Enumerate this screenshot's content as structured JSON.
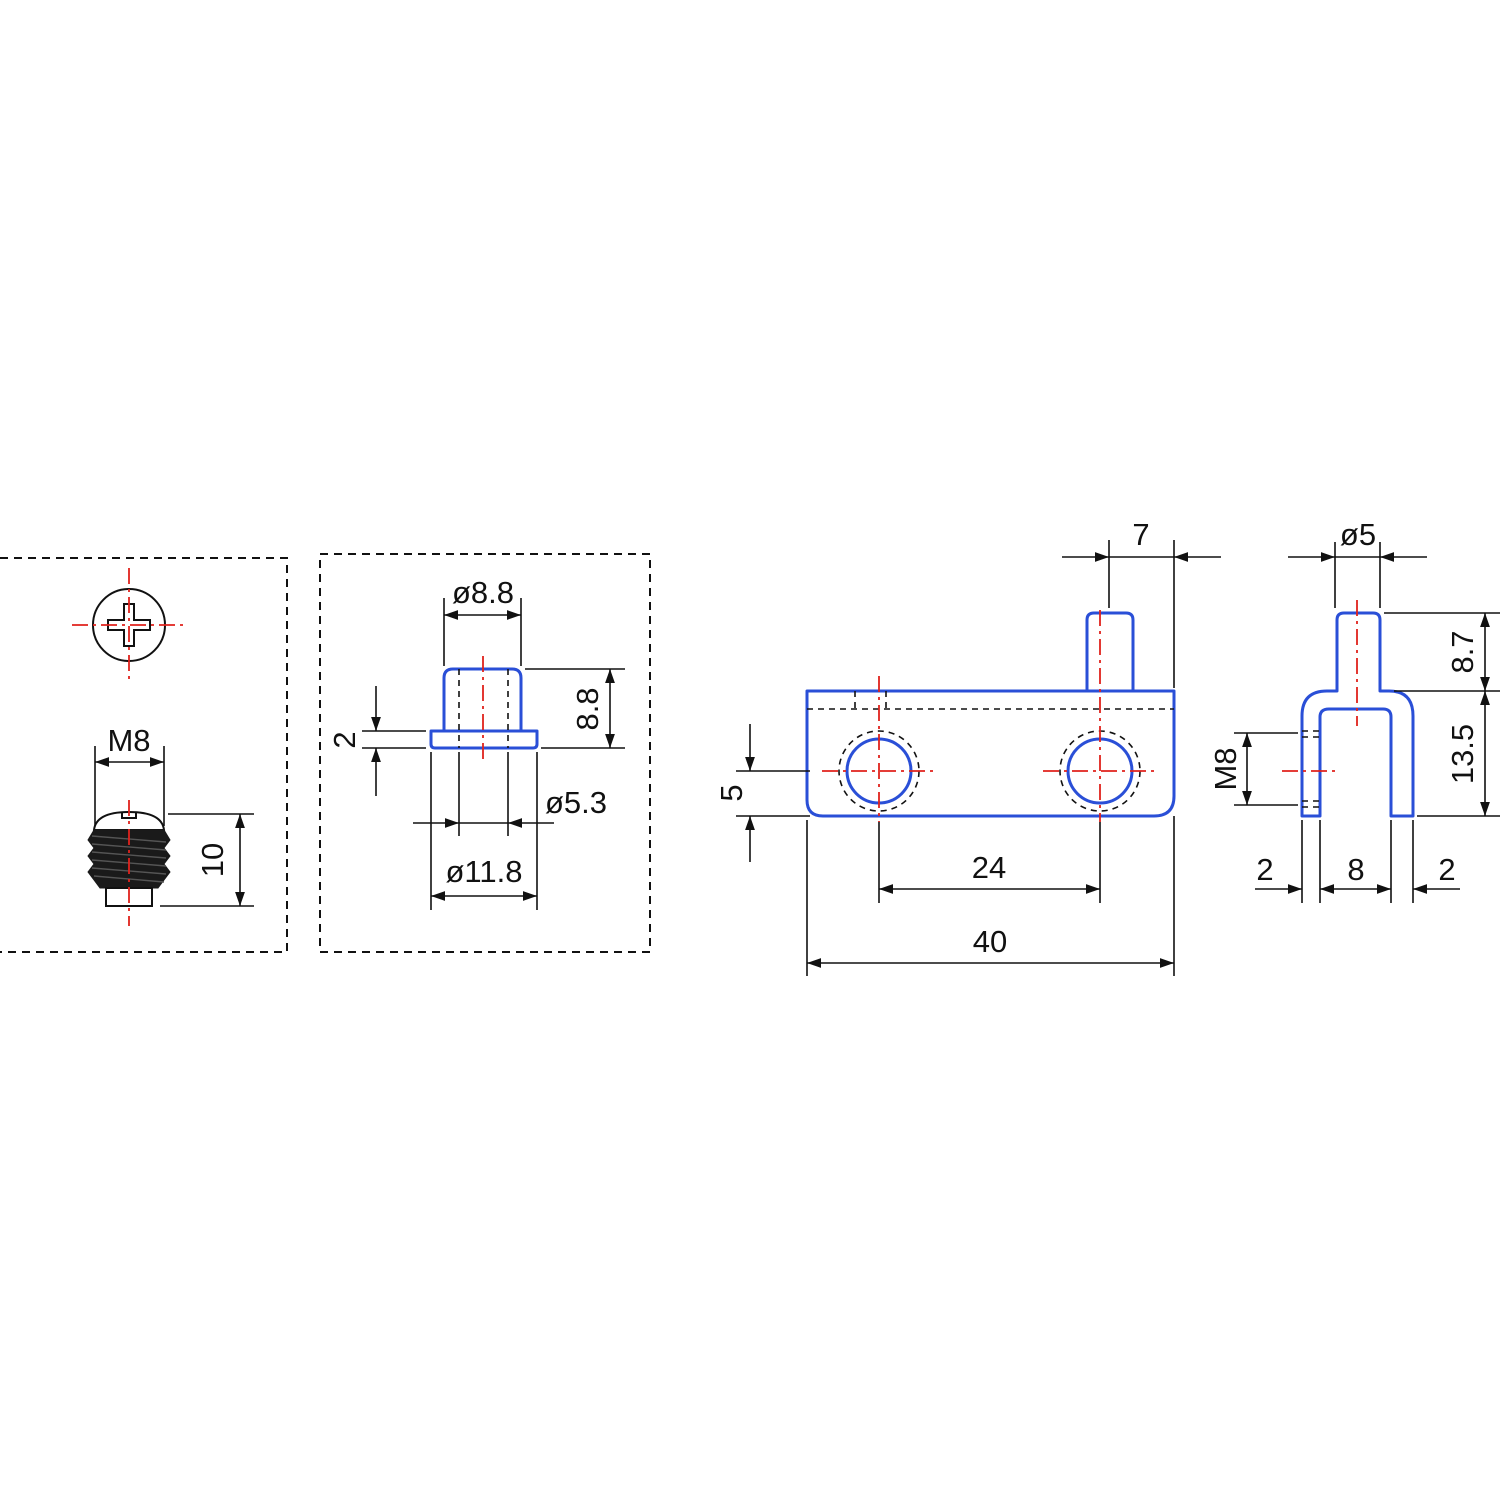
{
  "screw": {
    "thread_label": "M8",
    "length_label": "10",
    "thread_color": "#1a1a1a"
  },
  "bushing": {
    "inner_top_diameter": "ø8.8",
    "height": "8.8",
    "flange_thickness": "2",
    "bore_diameter": "ø5.3",
    "flange_diameter": "ø11.8"
  },
  "front_view": {
    "pin_offset": "7",
    "plate_height": "5",
    "hole_spacing": "24",
    "overall_length": "40"
  },
  "side_view": {
    "pin_diameter": "ø5",
    "pin_height": "8.7",
    "body_height": "13.5",
    "thread_label": "M8",
    "wall_left": "2",
    "slot_width": "8",
    "wall_right": "2"
  },
  "colors": {
    "part_outline": "#2a4fd7",
    "centerline": "#e0221c",
    "dimension": "#111111"
  }
}
